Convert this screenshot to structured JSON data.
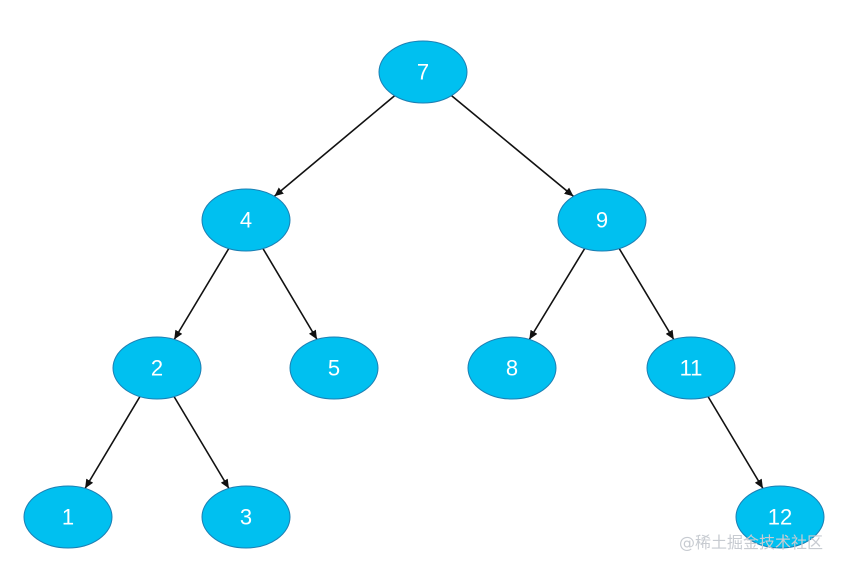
{
  "tree": {
    "node_color": "#00c0f0",
    "edge_color": "#111111",
    "nodes": [
      {
        "id": "7",
        "label": "7"
      },
      {
        "id": "4",
        "label": "4"
      },
      {
        "id": "9",
        "label": "9"
      },
      {
        "id": "2",
        "label": "2"
      },
      {
        "id": "5",
        "label": "5"
      },
      {
        "id": "8",
        "label": "8"
      },
      {
        "id": "11",
        "label": "11"
      },
      {
        "id": "1",
        "label": "1"
      },
      {
        "id": "3",
        "label": "3"
      },
      {
        "id": "12",
        "label": "12"
      }
    ],
    "edges": [
      {
        "from": "7",
        "to": "4"
      },
      {
        "from": "7",
        "to": "9"
      },
      {
        "from": "4",
        "to": "2"
      },
      {
        "from": "4",
        "to": "5"
      },
      {
        "from": "9",
        "to": "8"
      },
      {
        "from": "9",
        "to": "11"
      },
      {
        "from": "2",
        "to": "1"
      },
      {
        "from": "2",
        "to": "3"
      },
      {
        "from": "11",
        "to": "12"
      }
    ]
  },
  "watermark": "@稀土掘金技术社区"
}
